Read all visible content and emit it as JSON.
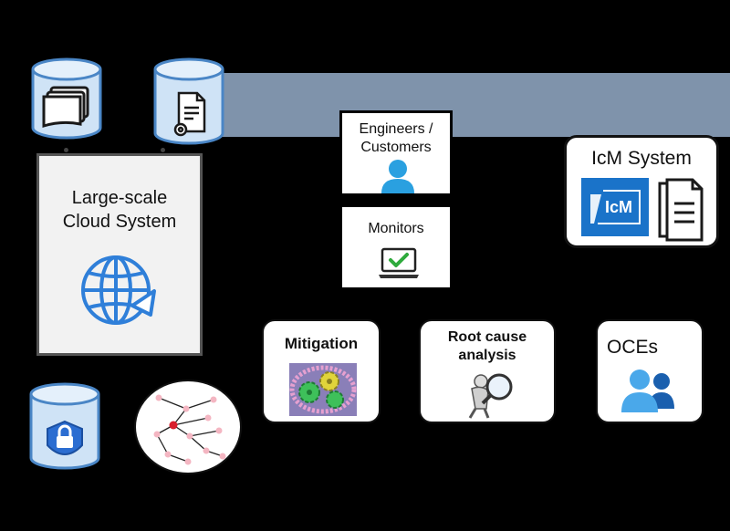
{
  "cloud_system": {
    "line1": "Large-scale",
    "line2": "Cloud System"
  },
  "engineers": {
    "line1": "Engineers /",
    "line2": "Customers"
  },
  "monitors": {
    "label": "Monitors"
  },
  "icm": {
    "title": "IcM System",
    "logo_text": "IcM"
  },
  "mitigation": {
    "label": "Mitigation"
  },
  "root_cause": {
    "line1": "Root cause",
    "line2": "analysis"
  },
  "oces": {
    "label": "OCEs"
  },
  "colors": {
    "background": "#000000",
    "band": "#7f93ab",
    "accent_blue": "#2f7fd9",
    "icm_blue": "#1a73c9",
    "cylinder_blue": "#cfe3f6",
    "cylinder_stroke": "#4a86c6",
    "graph_node": "#f4b6c2",
    "graph_node_red": "#d81e2c"
  }
}
